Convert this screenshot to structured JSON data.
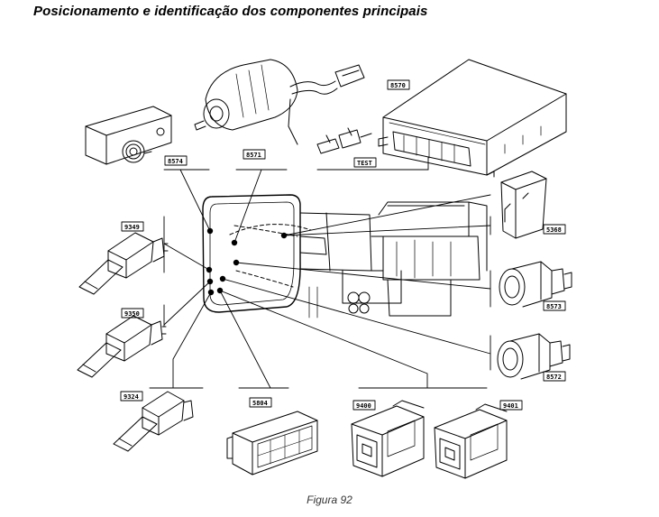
{
  "title": "Posicionamento e identificação dos componentes principais",
  "caption": "Figura 92",
  "components": [
    {
      "code": "8574"
    },
    {
      "code": "8571"
    },
    {
      "code": "TEST"
    },
    {
      "code": "8570"
    },
    {
      "code": "5368"
    },
    {
      "code": "9349"
    },
    {
      "code": "9350"
    },
    {
      "code": "8573"
    },
    {
      "code": "8572"
    },
    {
      "code": "9324"
    },
    {
      "code": "5804"
    },
    {
      "code": "9400"
    },
    {
      "code": "9401"
    }
  ],
  "colors": {
    "ink": "#000000",
    "paper": "#ffffff"
  }
}
